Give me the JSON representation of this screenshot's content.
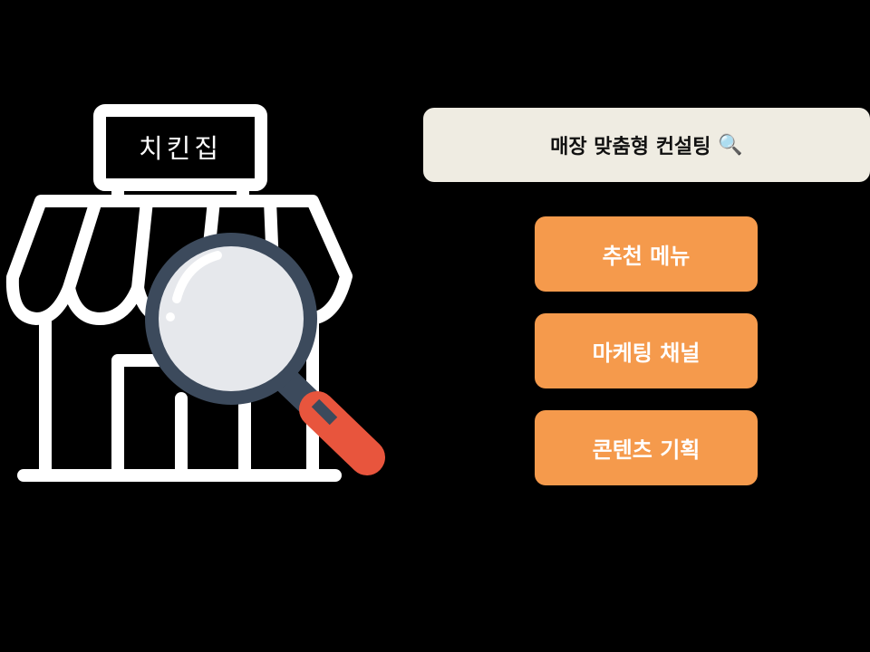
{
  "store": {
    "sign_text": "치킨집"
  },
  "title": {
    "text": "매장 맞춤형 컨설팅",
    "icon": "magnifying-glass-icon"
  },
  "menu": [
    {
      "label": "추천 메뉴"
    },
    {
      "label": "마케팅 채널"
    },
    {
      "label": "콘텐츠 기획"
    }
  ],
  "colors": {
    "background": "#000000",
    "title_box": "#EFECE2",
    "button": "#F59A4C",
    "magnifier_handle": "#E8553D",
    "magnifier_rim": "#3C4A5C"
  }
}
